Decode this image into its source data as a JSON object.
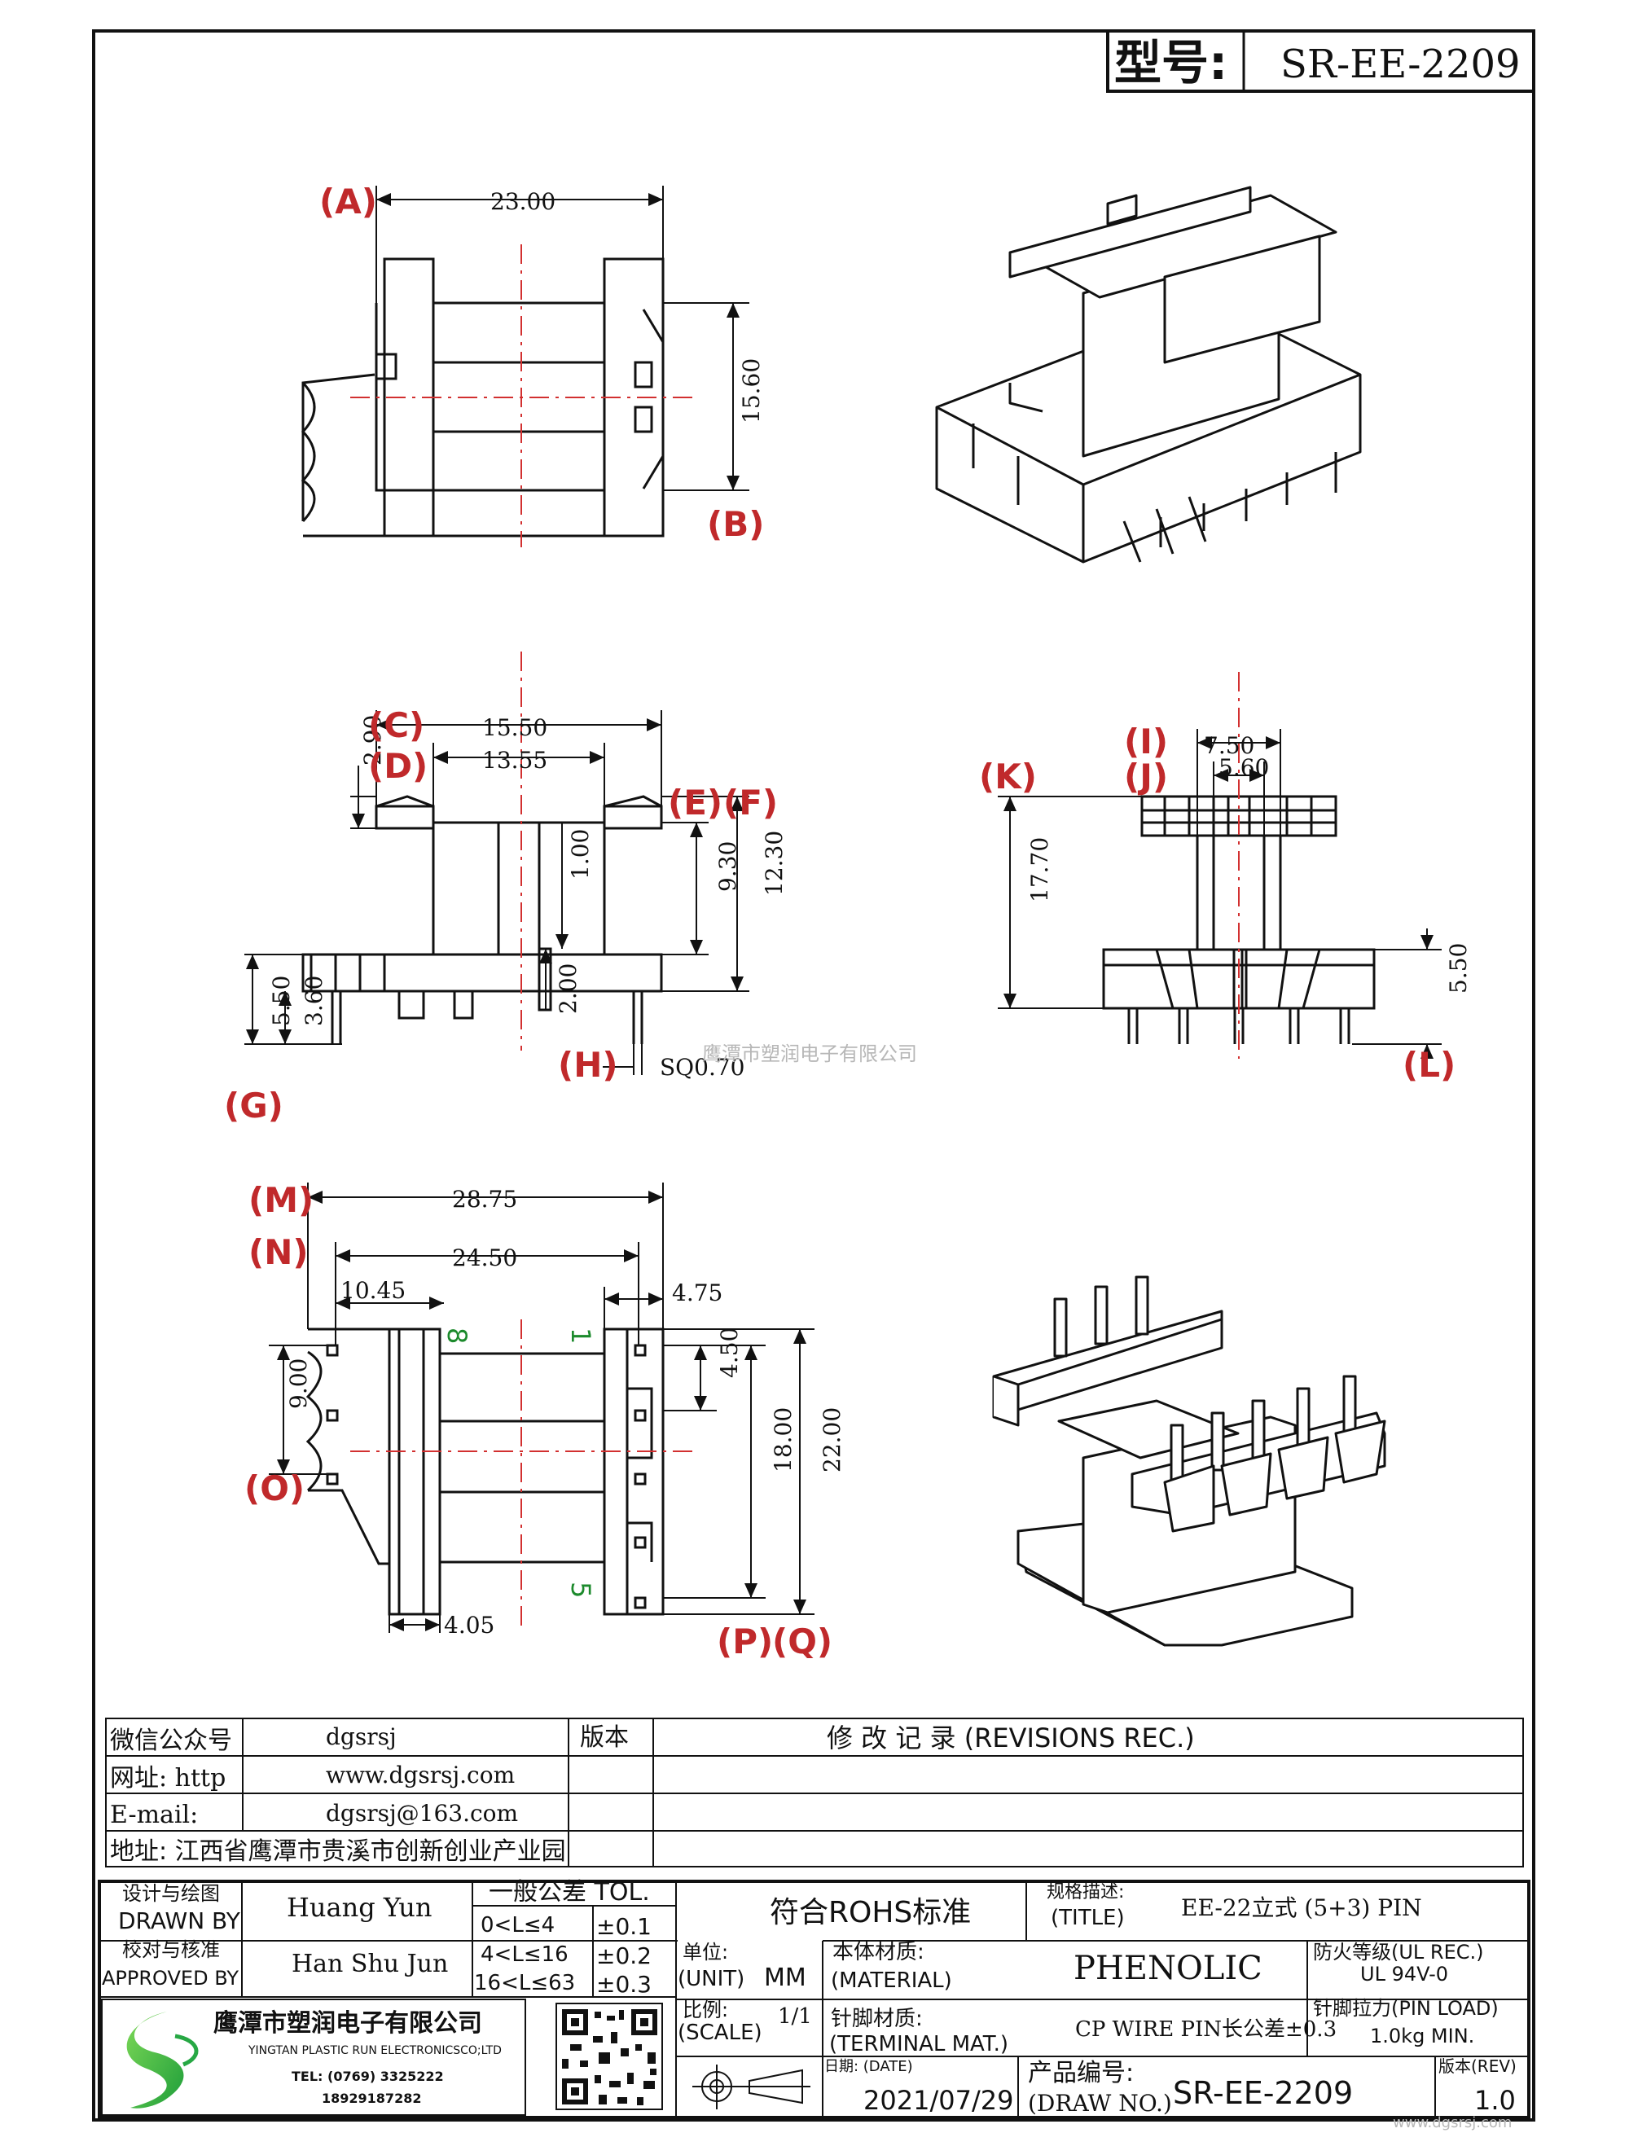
{
  "header": {
    "model_label": "型号:",
    "model_value": "SR-EE-2209"
  },
  "refs": [
    "A",
    "B",
    "C",
    "D",
    "E",
    "F",
    "G",
    "H",
    "I",
    "J",
    "K",
    "L",
    "M",
    "N",
    "O",
    "P",
    "Q"
  ],
  "dims": {
    "top_width": "23.00",
    "top_height": "15.60",
    "side_c": "15.50",
    "side_d": "13.55",
    "side_ht": "2.90",
    "side_1": "1.00",
    "side_93": "9.30",
    "side_123": "12.30",
    "side_2": "2.00",
    "side_g1": "5.50",
    "side_g2": "3.60",
    "sq": "SQ0.70",
    "right_i": "7.50",
    "right_j": "5.60",
    "right_k": "17.70",
    "right_l": "5.50",
    "bot_m": "28.75",
    "bot_n": "24.50",
    "bot_1045": "10.45",
    "bot_475": "4.75",
    "bot_450": "4.50",
    "bot_900": "9.00",
    "bot_1800": "18.00",
    "bot_2200": "22.00",
    "bot_405": "4.05"
  },
  "pin_marks": {
    "p8": "8",
    "p1": "1",
    "p5": "5"
  },
  "watermark": {
    "company": "鹰潭市塑润电子有限公司",
    "site": "www.dgsrsj.com"
  },
  "contact": {
    "wechat_label": "微信公众号",
    "wechat_value": "dgsrsj",
    "web_label": "网址: http",
    "web_value": "www.dgsrsj.com",
    "mail_label": "E-mail:",
    "mail_value": "dgsrsj@163.com",
    "address": "地址: 江西省鹰潭市贵溪市创新创业产业园",
    "version_label": "版本",
    "revisions": "修 改 记 录  (REVISIONS REC.)"
  },
  "title_block": {
    "drawn_cn": "设计与绘图",
    "drawn_en": "DRAWN BY",
    "drawn_name": "Huang  Yun",
    "approved_cn": "校对与核准",
    "approved_en": "APPROVED BY",
    "approved_name": "Han Shu Jun",
    "tol_head": "一般公差  TOL.",
    "tol_rows": [
      {
        "range": "0<L≤4",
        "value": "±0.1"
      },
      {
        "range": "4<L≤16",
        "value": "±0.2"
      },
      {
        "range": "16<L≤63",
        "value": "±0.3"
      }
    ],
    "rohs": "符合ROHS标准",
    "title_cn": "规格描述:",
    "title_en": "(TITLE)",
    "title_value": "EE-22立式 (5+3) PIN",
    "unit_cn": "单位:",
    "unit_en": "(UNIT)",
    "unit_value": "MM",
    "material_cn": "本体材质:",
    "material_en": "(MATERIAL)",
    "material_value": "PHENOLIC",
    "fire_cn": "防火等级(UL REC.)",
    "fire_value": "UL 94V-0",
    "scale_cn": "比例:",
    "scale_en": "(SCALE)",
    "scale_value": "1/1",
    "terminal_cn": "针脚材质:",
    "terminal_en": "(TERMINAL MAT.)",
    "terminal_value": "CP WIRE  PIN长公差±0.3",
    "pin_load_cn": "针脚拉力(PIN LOAD)",
    "pin_load_value": "1.0kg MIN.",
    "date_label": "日期: (DATE)",
    "date_value": "2021/07/29",
    "draw_no_cn": "产品编号:",
    "draw_no_en": "(DRAW NO.)",
    "draw_no_value": "SR-EE-2209",
    "rev_label": "版本(REV)",
    "rev_value": "1.0",
    "company_cn": "鹰潭市塑润电子有限公司",
    "company_en": "YINGTAN PLASTIC RUN ELECTRONICSCO;LTD",
    "tel": "TEL: (0769) 3325222",
    "phone": "18929187282"
  },
  "colors": {
    "ref_red": "#c0292b",
    "pin_green": "#1c8a2c",
    "center_line": "#d23030",
    "logo_green": "#27a844"
  }
}
